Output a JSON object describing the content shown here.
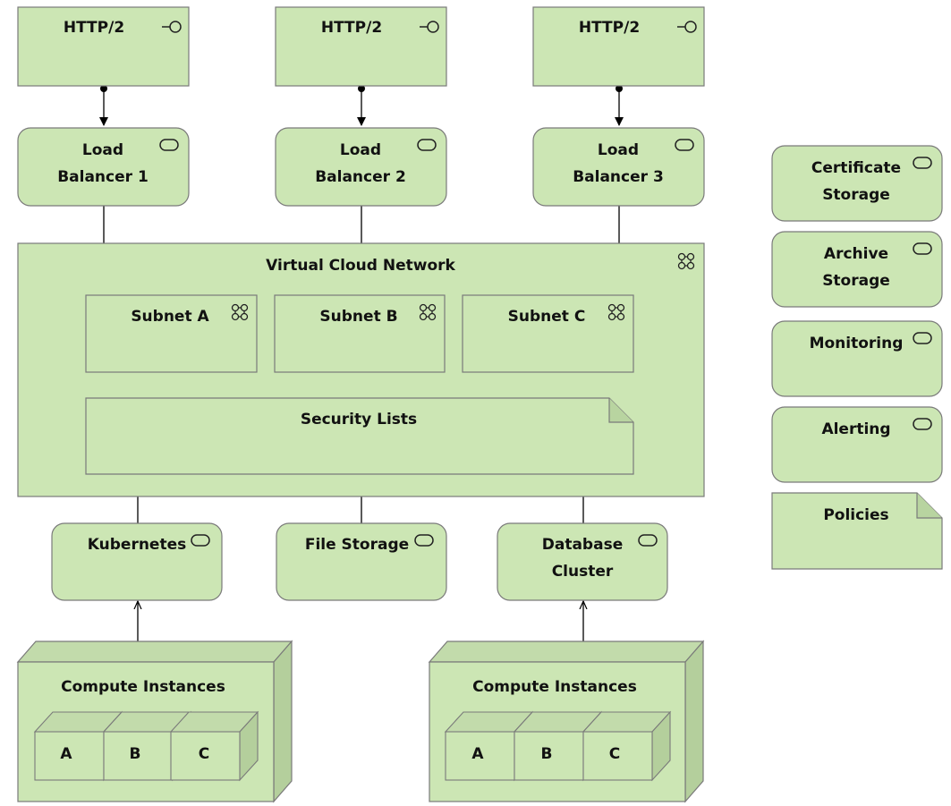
{
  "colors": {
    "fill": "#cce6b4",
    "stroke": "#7a7a7a",
    "cube_side": "#b4cf9c",
    "cube_top": "#c2dbab",
    "line": "#000000"
  },
  "interfaces": [
    {
      "label": "HTTP/2",
      "icon": "interface-lollipop-icon"
    },
    {
      "label": "HTTP/2",
      "icon": "interface-lollipop-icon"
    },
    {
      "label": "HTTP/2",
      "icon": "interface-lollipop-icon"
    }
  ],
  "load_balancers": [
    {
      "line1": "Load",
      "line2": "Balancer 1",
      "icon": "service-icon"
    },
    {
      "line1": "Load",
      "line2": "Balancer 2",
      "icon": "service-icon"
    },
    {
      "line1": "Load",
      "line2": "Balancer 3",
      "icon": "service-icon"
    }
  ],
  "network": {
    "title": "Virtual Cloud Network",
    "icon": "network-icon",
    "subnets": [
      "Subnet A",
      "Subnet B",
      "Subnet C"
    ],
    "security": "Security Lists"
  },
  "services": {
    "kubernetes": "Kubernetes",
    "file_storage": "File Storage",
    "database_line1": "Database",
    "database_line2": "Cluster"
  },
  "compute": [
    {
      "title": "Compute Instances",
      "nodes": [
        "A",
        "B",
        "C"
      ]
    },
    {
      "title": "Compute Instances",
      "nodes": [
        "A",
        "B",
        "C"
      ]
    }
  ],
  "side_panel": {
    "certificate_line1": "Certificate",
    "certificate_line2": "Storage",
    "archive_line1": "Archive",
    "archive_line2": "Storage",
    "monitoring": "Monitoring",
    "alerting": "Alerting",
    "policies": "Policies"
  }
}
